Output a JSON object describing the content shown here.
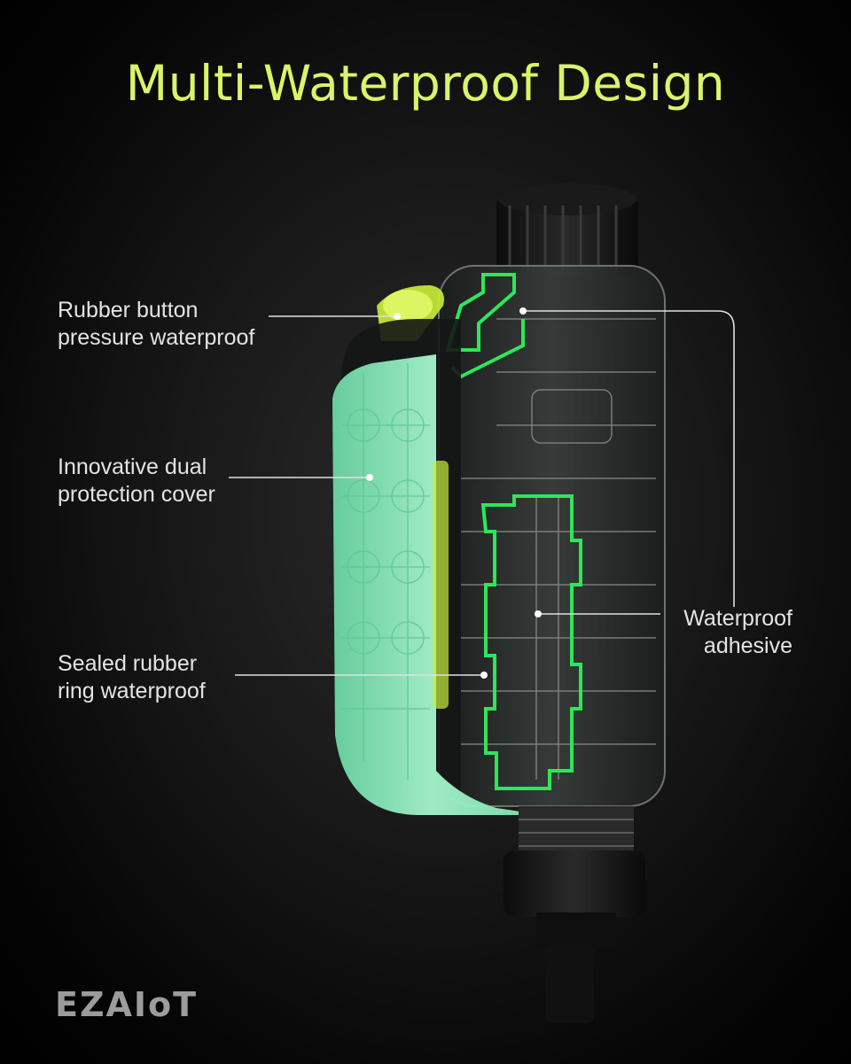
{
  "title": "Multi-Waterproof Design",
  "callouts": {
    "rubber_button": [
      "Rubber button",
      "pressure waterproof"
    ],
    "dual_cover": [
      "Innovative dual",
      "protection cover"
    ],
    "sealed_ring": [
      "Sealed rubber",
      "ring waterproof"
    ],
    "adhesive": [
      "Waterproof",
      "adhesive"
    ]
  },
  "brand_logo": "EZAIoT",
  "colors": {
    "title": "#d8f56a",
    "accent_green": "#2ee65a",
    "cover_mint": "#9ff2c4",
    "button_lime": "#c9f03a"
  }
}
